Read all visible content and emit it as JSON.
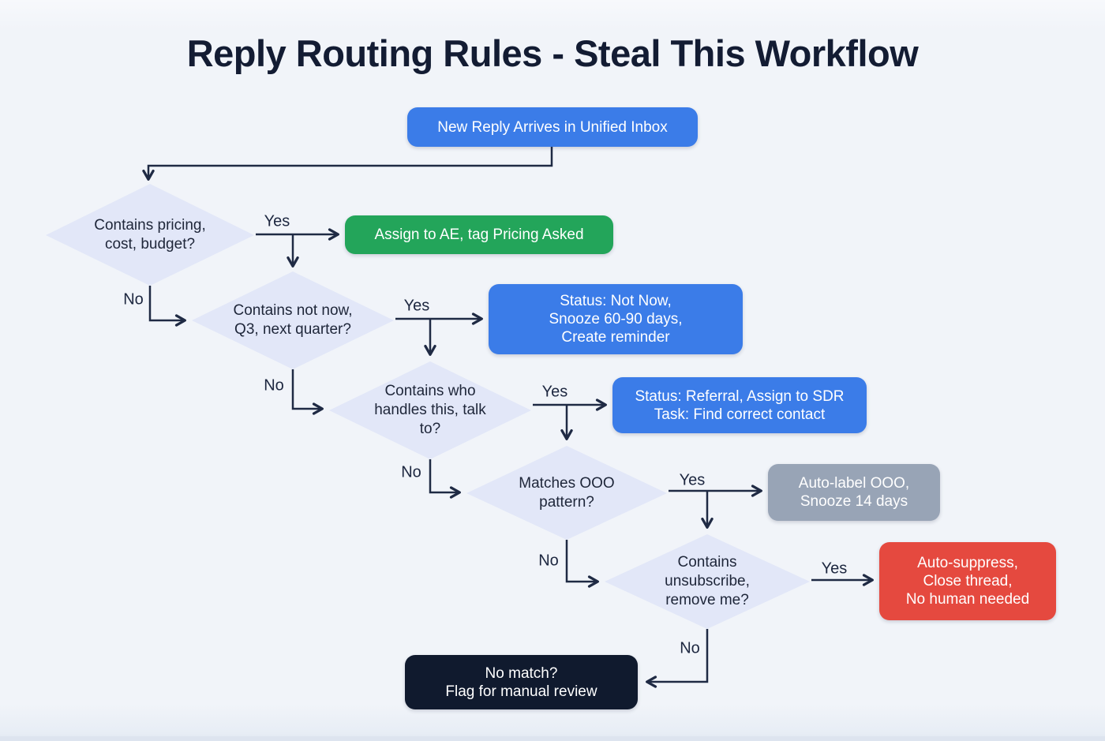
{
  "title": "Reply Routing Rules - Steal This Workflow",
  "diagram_type": "flowchart",
  "nodes": {
    "start": {
      "type": "start",
      "text": "New Reply Arrives in Unified Inbox",
      "color": "#3b7ce8"
    },
    "decision_pricing": {
      "type": "decision",
      "text": "Contains pricing,\ncost, budget?",
      "color": "#e2e7f8"
    },
    "action_pricing": {
      "type": "action",
      "text": "Assign to AE, tag Pricing Asked",
      "color": "#23a55a"
    },
    "decision_not_now": {
      "type": "decision",
      "text": "Contains not now,\nQ3, next quarter?",
      "color": "#e2e7f8"
    },
    "action_not_now": {
      "type": "action",
      "text": "Status: Not Now,\nSnooze 60-90 days,\nCreate reminder",
      "color": "#3b7ce8"
    },
    "decision_referral": {
      "type": "decision",
      "text": "Contains who\nhandles this, talk\nto?",
      "color": "#e2e7f8"
    },
    "action_referral": {
      "type": "action",
      "text": "Status: Referral, Assign to SDR\nTask: Find correct contact",
      "color": "#3b7ce8"
    },
    "decision_ooo": {
      "type": "decision",
      "text": "Matches OOO\npattern?",
      "color": "#e2e7f8"
    },
    "action_ooo": {
      "type": "action",
      "text": "Auto-label OOO,\nSnooze 14 days",
      "color": "#98a4b6"
    },
    "decision_unsubscribe": {
      "type": "decision",
      "text": "Contains\nunsubscribe,\nremove me?",
      "color": "#e2e7f8"
    },
    "action_unsubscribe": {
      "type": "action",
      "text": "Auto-suppress,\nClose thread,\nNo human needed",
      "color": "#e5493f"
    },
    "fallback": {
      "type": "terminal",
      "text": "No match?\nFlag for manual review",
      "color": "#101a2e"
    }
  },
  "edges": [
    {
      "from": "start",
      "to": "decision_pricing",
      "label": ""
    },
    {
      "from": "decision_pricing",
      "to": "action_pricing",
      "label": "Yes"
    },
    {
      "from": "decision_pricing",
      "to": "decision_not_now",
      "label": "No"
    },
    {
      "from": "decision_not_now",
      "to": "action_not_now",
      "label": "Yes"
    },
    {
      "from": "decision_not_now",
      "to": "decision_referral",
      "label": "No"
    },
    {
      "from": "decision_referral",
      "to": "action_referral",
      "label": "Yes"
    },
    {
      "from": "decision_referral",
      "to": "decision_ooo",
      "label": "No"
    },
    {
      "from": "decision_ooo",
      "to": "action_ooo",
      "label": "Yes"
    },
    {
      "from": "decision_ooo",
      "to": "decision_unsubscribe",
      "label": "No"
    },
    {
      "from": "decision_unsubscribe",
      "to": "action_unsubscribe",
      "label": "Yes"
    },
    {
      "from": "decision_unsubscribe",
      "to": "fallback",
      "label": "No"
    }
  ],
  "colors": {
    "background": "#f1f4f9",
    "title_text": "#131c33",
    "connector_line": "#1f2a44",
    "decision_fill": "#e2e7f8",
    "decision_text": "#1e2639",
    "blue_action": "#3b7ce8",
    "green_action": "#23a55a",
    "gray_action": "#98a4b6",
    "red_action": "#e5493f",
    "dark_terminal": "#101a2e",
    "action_text": "#ffffff"
  }
}
